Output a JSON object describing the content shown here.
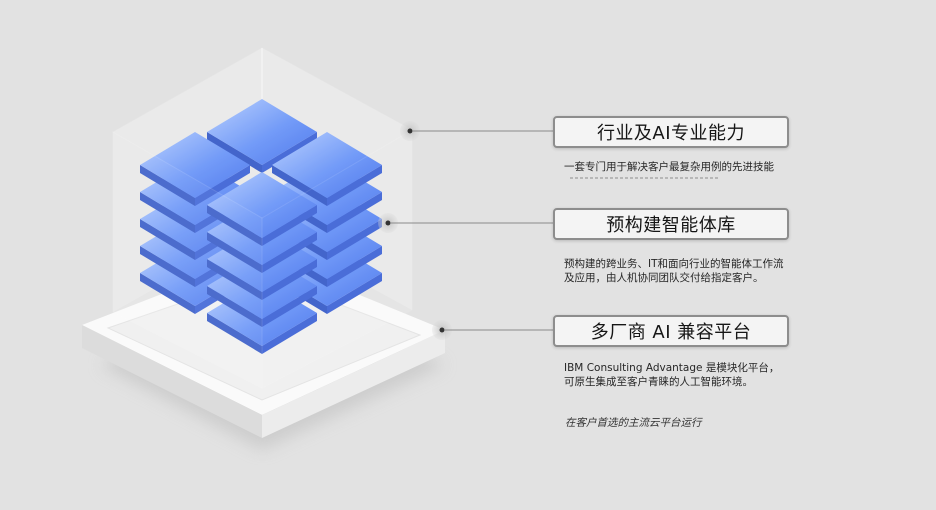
{
  "sections": [
    {
      "title": "行业及AI专业能力",
      "description": [
        "一套专门用于解决客户最复杂用例的先进技能"
      ]
    },
    {
      "title": "预构建智能体库",
      "description": [
        "预构建的跨业务、IT和面向行业的智能体工作流",
        "及应用，由人机协同团队交付给指定客户。"
      ]
    },
    {
      "title": "多厂商 AI 兼容平台",
      "description": [
        "IBM Consulting Advantage 是模块化平台，",
        "可原生集成至客户青睐的人工智能环境。"
      ]
    }
  ],
  "footnote": "在客户首选的主流云平台运行",
  "colors": {
    "background": "#e2e2e2",
    "tile_top_light": "#a9c6ff",
    "tile_top_dark": "#3d72f2",
    "tile_side": "#2950c4",
    "connector": "#555555"
  }
}
